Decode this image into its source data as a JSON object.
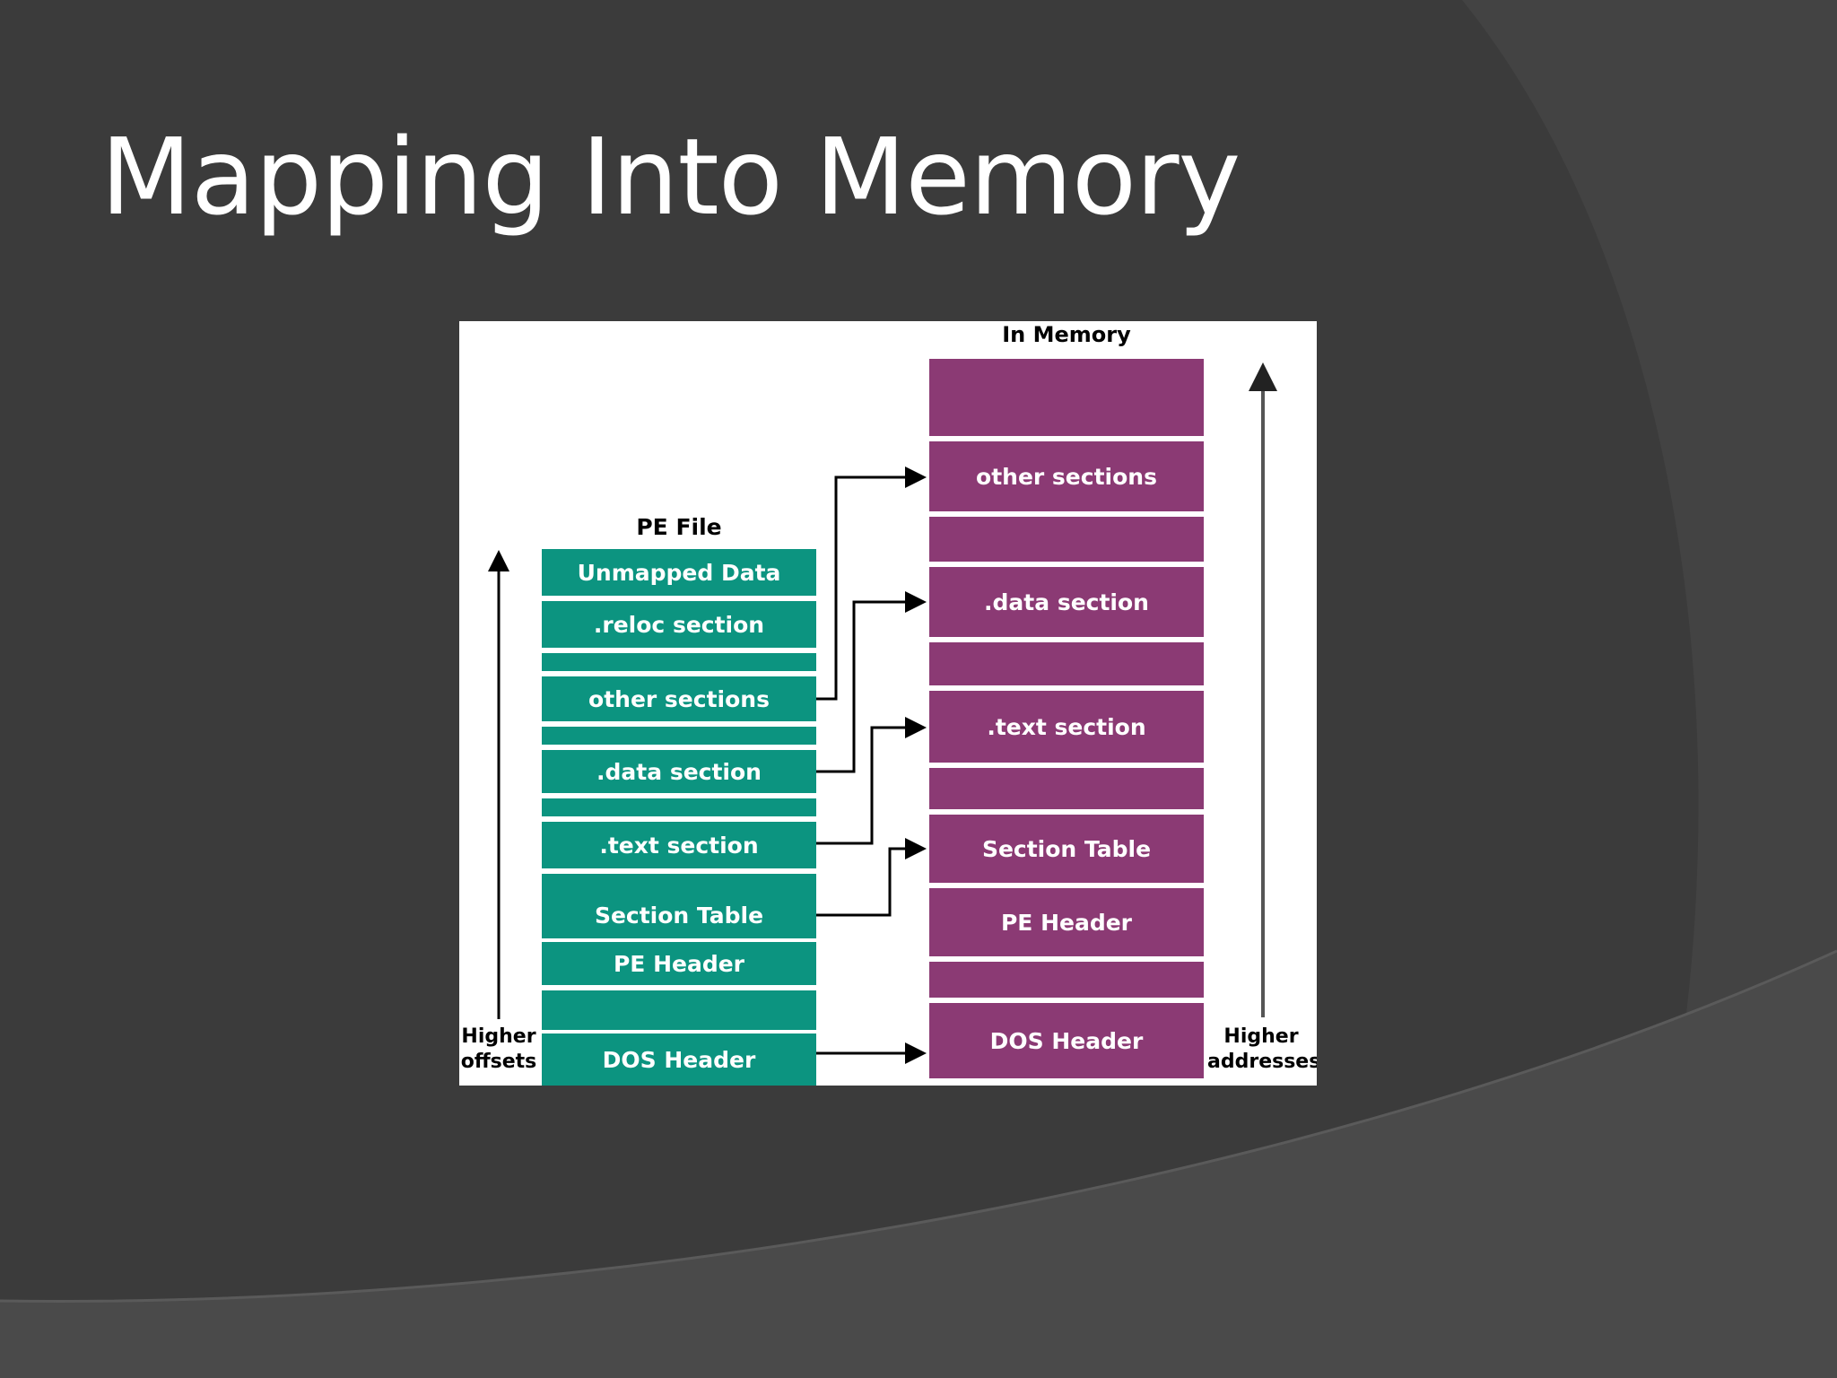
{
  "slide": {
    "title": "Mapping Into Memory"
  },
  "diagram": {
    "pe_file_label": "PE File",
    "memory_label": "In Memory",
    "left_axis_label": [
      "Higher",
      "offsets"
    ],
    "right_axis_label": [
      "Higher",
      "addresses"
    ],
    "pe_file_sections": [
      {
        "label": "Unmapped Data"
      },
      {
        "label": ".reloc section"
      },
      {
        "label": ""
      },
      {
        "label": "other sections"
      },
      {
        "label": ""
      },
      {
        "label": ".data section"
      },
      {
        "label": ""
      },
      {
        "label": ".text section"
      },
      {
        "label": ""
      },
      {
        "label": "Section Table"
      },
      {
        "label": "PE Header"
      },
      {
        "label": ""
      },
      {
        "label": "DOS Header"
      }
    ],
    "memory_sections": [
      {
        "label": ""
      },
      {
        "label": "other sections"
      },
      {
        "label": ""
      },
      {
        "label": ".data section"
      },
      {
        "label": ""
      },
      {
        "label": ".text section"
      },
      {
        "label": ""
      },
      {
        "label": "Section Table"
      },
      {
        "label": "PE Header"
      },
      {
        "label": ""
      },
      {
        "label": "DOS Header"
      }
    ],
    "mappings": [
      {
        "from": "other sections",
        "to": "other sections"
      },
      {
        "from": ".data section",
        "to": ".data section"
      },
      {
        "from": ".text section",
        "to": ".text section"
      },
      {
        "from": "Section Table",
        "to": "Section Table"
      },
      {
        "from": "DOS Header",
        "to": "DOS Header"
      }
    ],
    "colors": {
      "pe_file": "#0c9480",
      "memory": "#8b3a74",
      "background": "#3b3b3b",
      "title": "#ffffff"
    }
  }
}
